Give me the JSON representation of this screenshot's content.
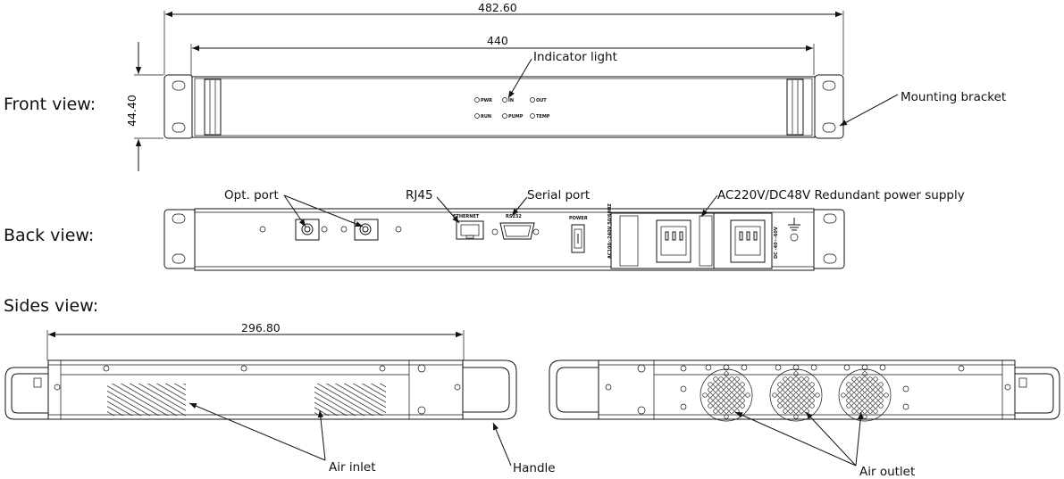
{
  "views": {
    "front": "Front view:",
    "back": "Back view:",
    "sides": "Sides view:"
  },
  "dimensions": {
    "overall_width": "482.60",
    "panel_width": "440",
    "height": "44.40",
    "depth": "296.80"
  },
  "callouts": {
    "indicator_light": "Indicator light",
    "mounting_bracket": "Mounting bracket",
    "opt_port": "Opt. port",
    "rj45": "RJ45",
    "serial_port": "Serial port",
    "power_supply": "AC220V/DC48V Redundant power supply",
    "air_inlet": "Air inlet",
    "handle": "Handle",
    "air_outlet": "Air outlet"
  },
  "front_leds": {
    "row1": [
      "PWR",
      "IN",
      "OUT"
    ],
    "row2": [
      "RUN",
      "PUMP",
      "TEMP"
    ]
  },
  "back_labels": {
    "ethernet": "ETHERNET",
    "rs232": "RS232",
    "power": "POWER",
    "ac_module": "AC100~240V 50/60HZ",
    "dc_module": "DC -40~-60V"
  },
  "colors": {
    "line": "#111111",
    "background": "#ffffff"
  }
}
